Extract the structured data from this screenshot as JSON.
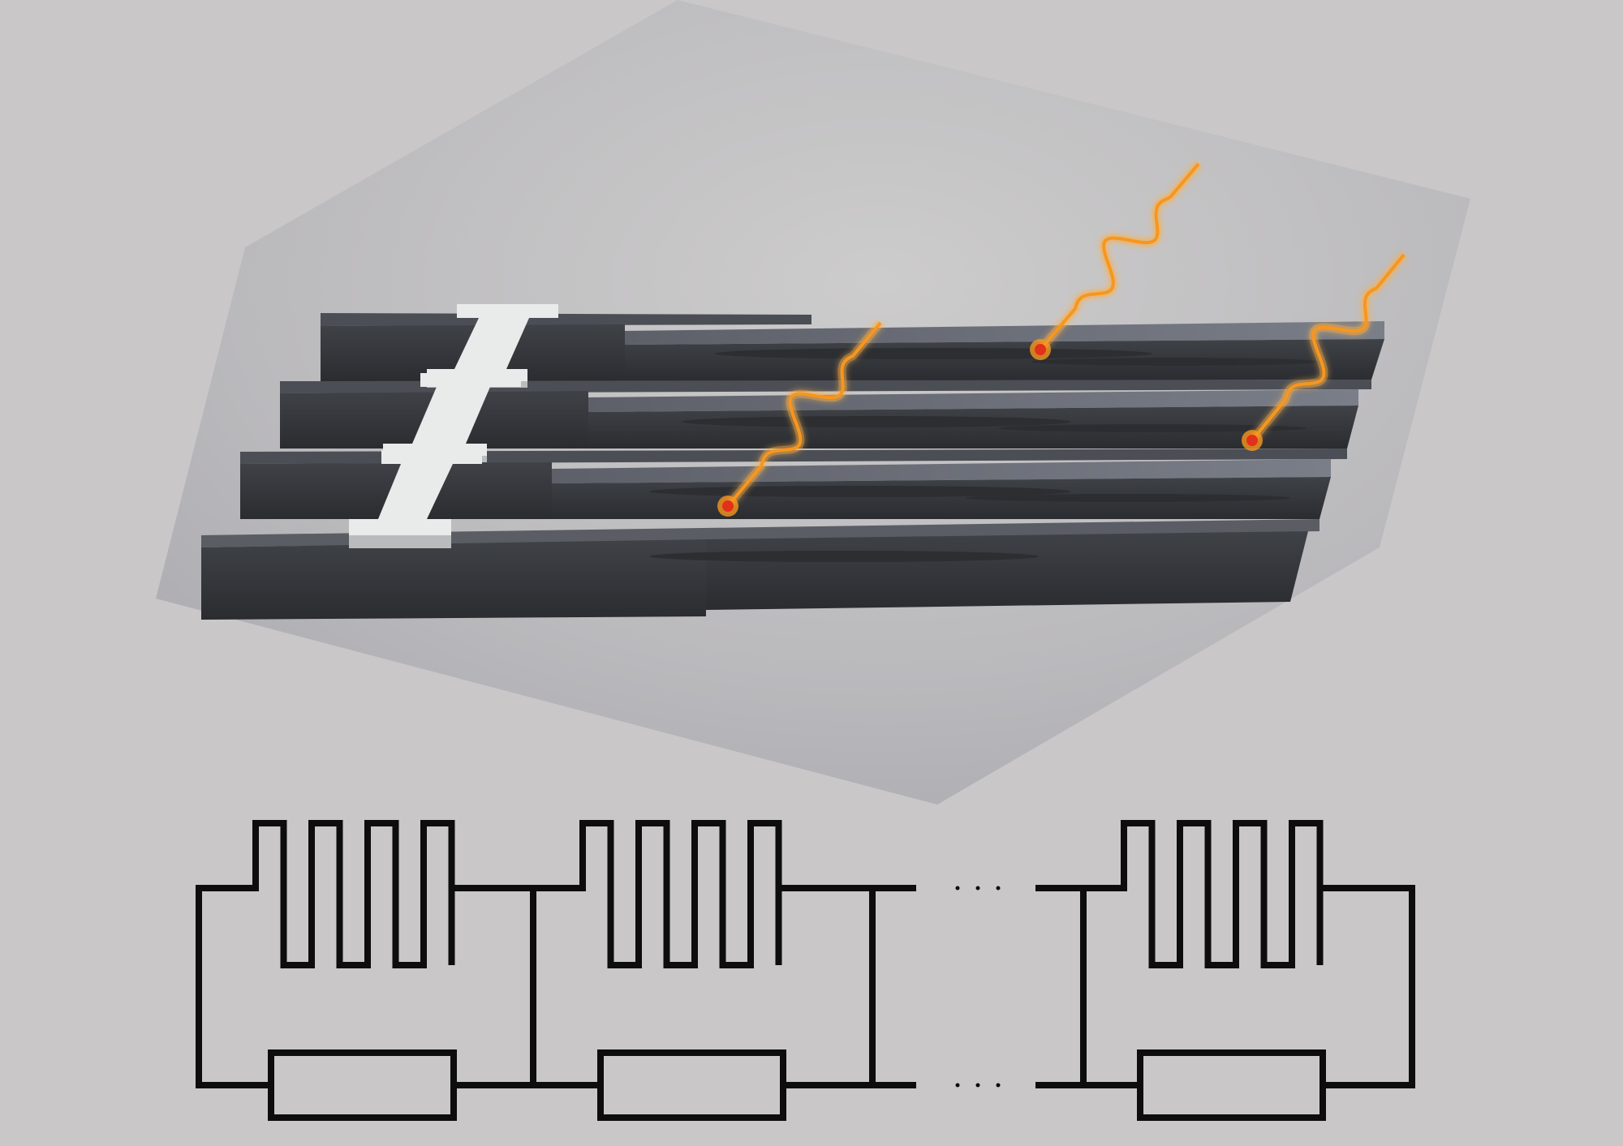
{
  "figure": {
    "background_color": "#c9c7c8",
    "substrate_color": "#b9b8bb",
    "rail_color": "#3b3d42",
    "rail_top_color": "#6c7079",
    "bridge_color": "#e9ebea",
    "photon_color": "#f7961e",
    "photon_dot_color": "#e2301b",
    "circuit_line_color": "#0d0d0d"
  },
  "device": {
    "rails": 4,
    "bridges": 3,
    "photons": 3
  },
  "circuit": {
    "cells": 3,
    "fingers_per_capacitor": 7,
    "ellipsis_glyph": "dots"
  }
}
